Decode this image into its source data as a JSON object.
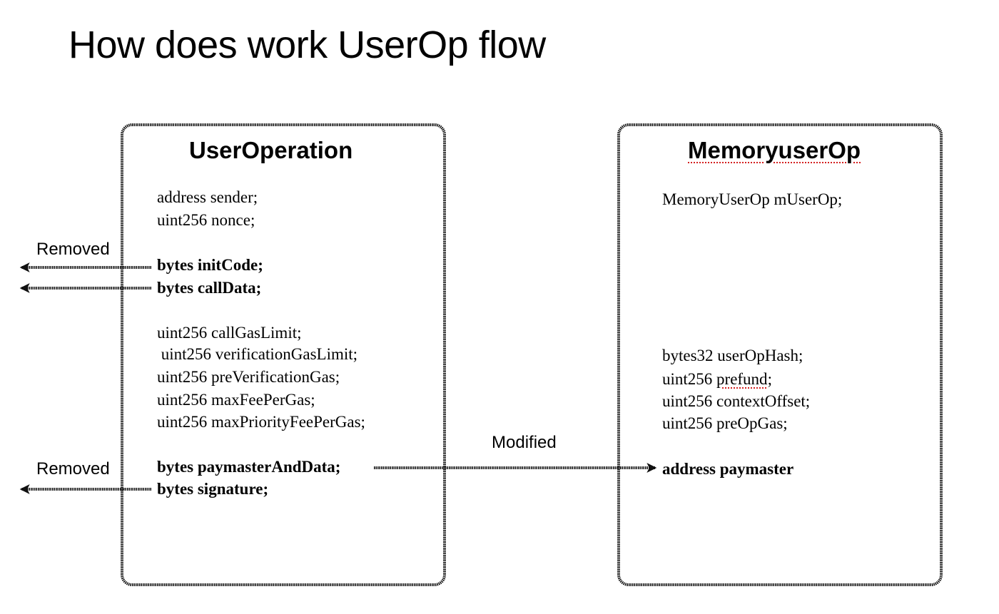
{
  "title": "How does work UserOp flow",
  "user_operation": {
    "title": "UserOperation",
    "fields": [
      "address sender;",
      "uint256 nonce;",
      "bytes initCode;",
      "bytes callData;",
      "uint256 callGasLimit;",
      " uint256 verificationGasLimit;",
      "uint256 preVerificationGas;",
      "uint256 maxFeePerGas;",
      "uint256 maxPriorityFeePerGas;",
      "bytes paymasterAndData;",
      "bytes signature;"
    ]
  },
  "memory_user_op": {
    "title": "MemoryuserOp",
    "fields": [
      "MemoryUserOp mUserOp;",
      "bytes32 userOpHash;",
      "uint256 ",
      "prefund",
      ";",
      "uint256 contextOffset;",
      "uint256 preOpGas;",
      "address paymaster"
    ]
  },
  "annotations": {
    "removed_1": "Removed",
    "removed_2": "Removed",
    "modified": "Modified"
  }
}
